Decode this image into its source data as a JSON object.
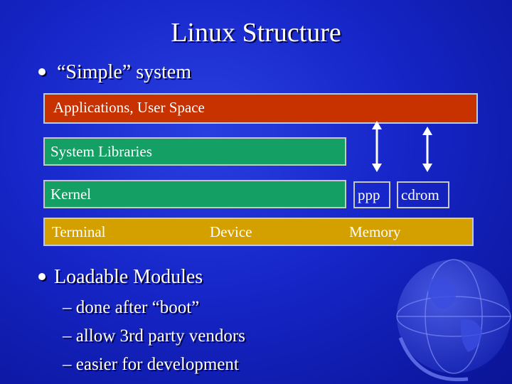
{
  "slide": {
    "title": "Linux Structure",
    "bullet1": "“Simple” system",
    "blocks": {
      "apps": "Applications, User Space",
      "syslib": "System Libraries",
      "kernel": "Kernel",
      "terminal": "Terminal",
      "device": "Device",
      "memory": "Memory",
      "ppp": "ppp",
      "cdrom": "cdrom"
    },
    "bullet2": "Loadable Modules",
    "sub_items": [
      "– done after “boot”",
      "– allow 3rd party vendors",
      "– easier for development"
    ]
  },
  "colors": {
    "background": "#1626c8",
    "apps": "#c83200",
    "libs_kernel": "#14a064",
    "drivers": "#d4a000"
  }
}
